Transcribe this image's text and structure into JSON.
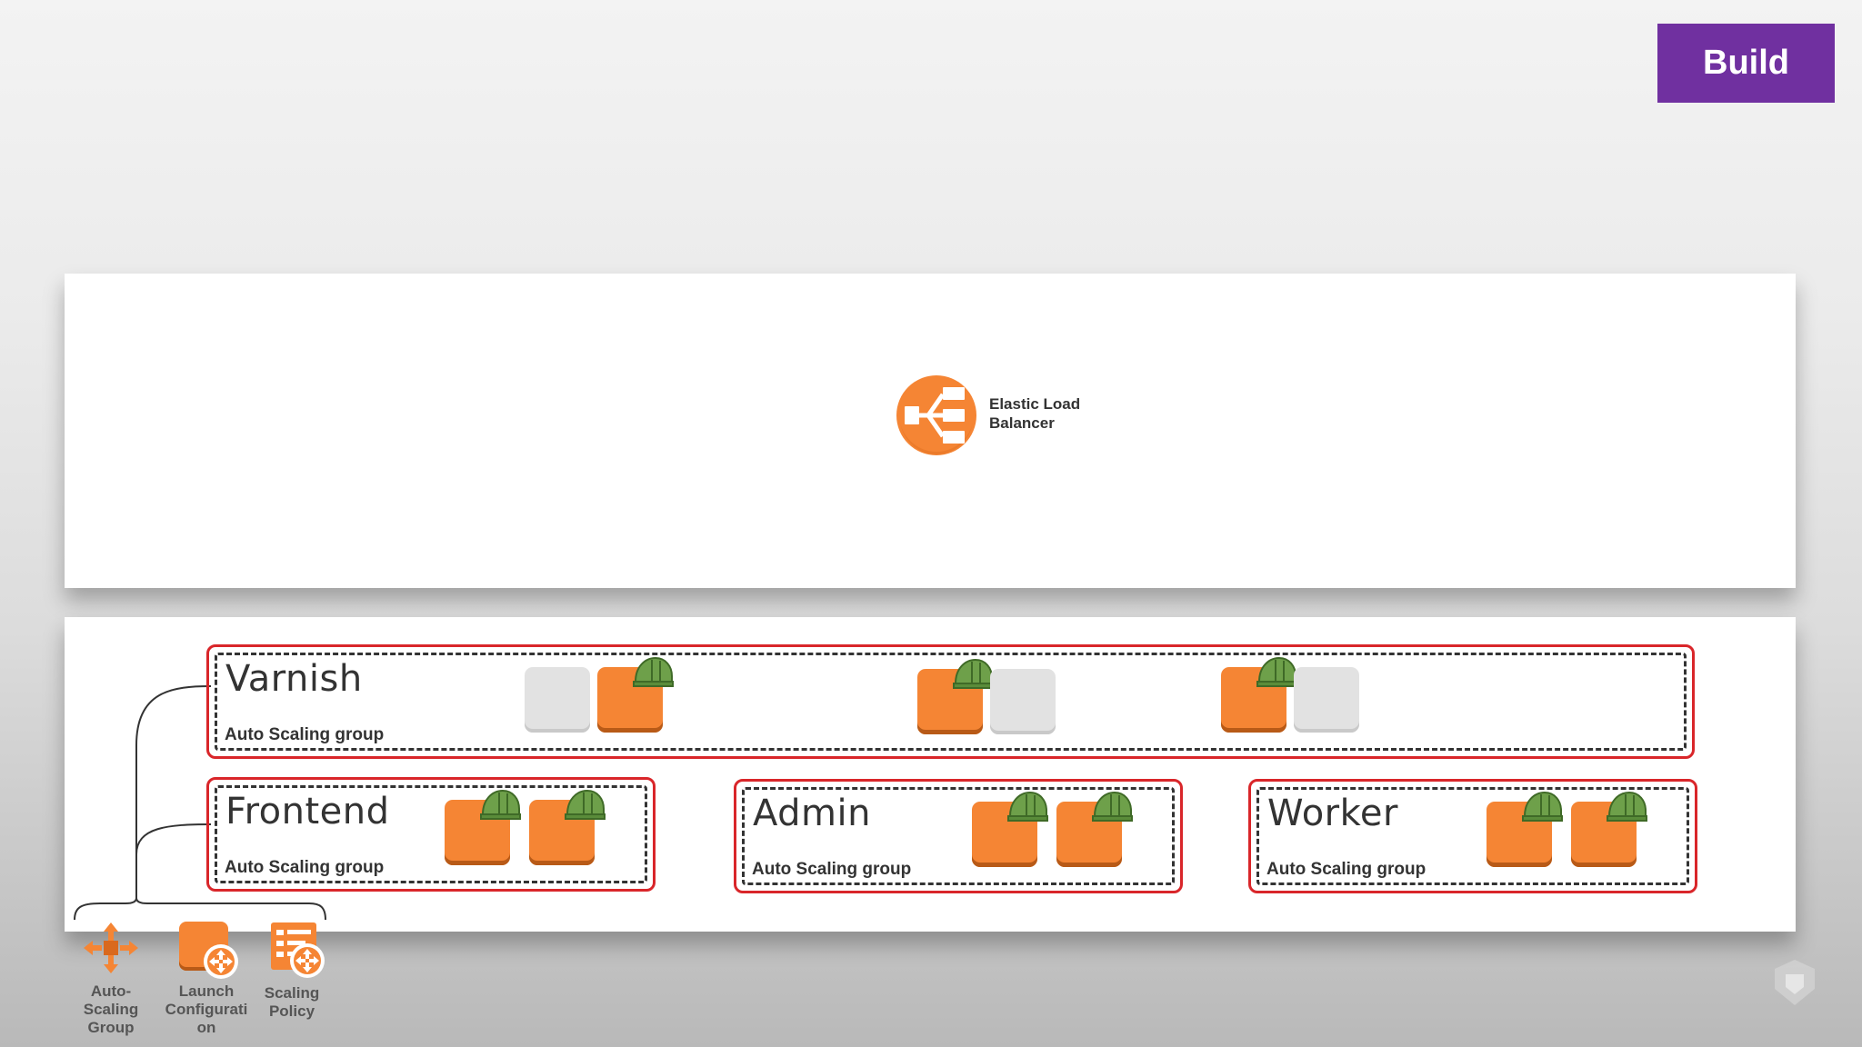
{
  "badge": {
    "label": "Build",
    "color": "#7030a0"
  },
  "elb": {
    "label_line1": "Elastic Load",
    "label_line2": "Balancer",
    "icon": "elastic-load-balancer-icon"
  },
  "groups": [
    {
      "name": "Varnish",
      "subtitle": "Auto Scaling group",
      "instances": [
        "off",
        "on",
        "on",
        "off",
        "on",
        "off"
      ]
    },
    {
      "name": "Frontend",
      "subtitle": "Auto Scaling group",
      "instances": [
        "on",
        "on"
      ]
    },
    {
      "name": "Admin",
      "subtitle": "Auto Scaling group",
      "instances": [
        "on",
        "on"
      ]
    },
    {
      "name": "Worker",
      "subtitle": "Auto Scaling group",
      "instances": [
        "on",
        "on"
      ]
    }
  ],
  "legend": {
    "asg_line1": "Auto-",
    "asg_line2": "Scaling",
    "asg_line3": "Group",
    "lc_line1": "Launch",
    "lc_line2": "Configurati",
    "lc_line3": "on",
    "sp_line1": "Scaling",
    "sp_line2": "Policy"
  },
  "colors": {
    "instance_on": "#f58534",
    "instance_off": "#e2e2e2",
    "group_border": "#d9262a",
    "hat": "#6ea04a"
  }
}
